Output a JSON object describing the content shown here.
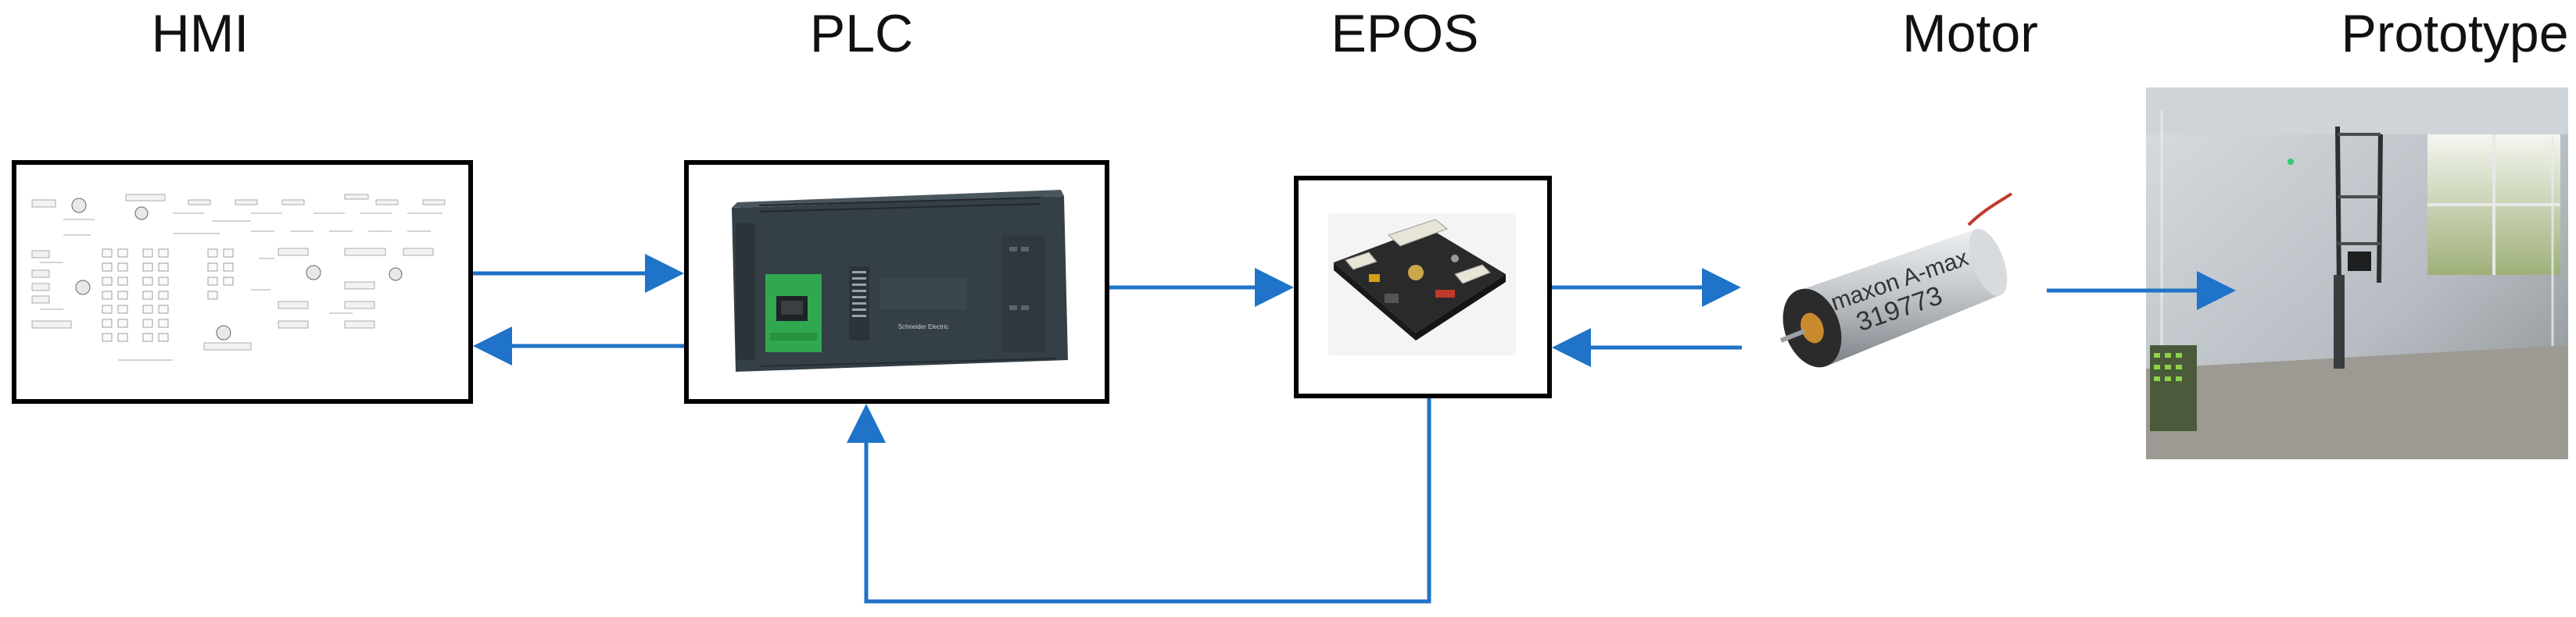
{
  "titles": {
    "hmi": "HMI",
    "plc": "PLC",
    "epos": "EPOS",
    "motor": "Motor",
    "prototype": "Prototype"
  },
  "devices": {
    "plc_brand_logo": "Schneider Electric",
    "motor_brand": "maxon A-max",
    "motor_part_number": "319773"
  },
  "colors": {
    "arrow": "#1f73c8",
    "box_border": "#000000",
    "plc_body": "#2f3a40",
    "plc_green_port": "#2fa84f",
    "motor_body": "#c9cdd1"
  }
}
